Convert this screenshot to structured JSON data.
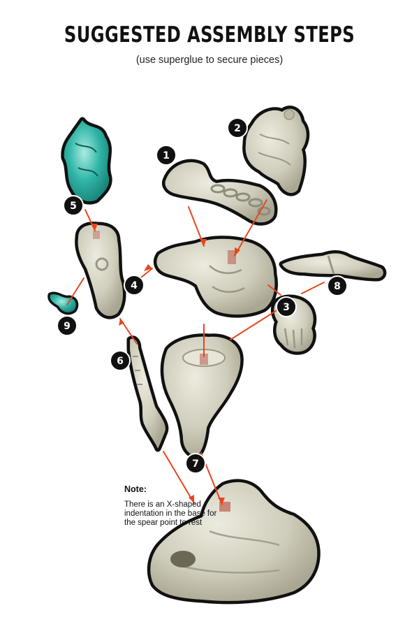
{
  "title": "SUGGESTED ASSEMBLY STEPS",
  "subtitle": "(use superglue to secure pieces)",
  "note": {
    "heading": "Note:",
    "text": "There is an X-shaped indentation in the base for the spear point to rest"
  },
  "steps": [
    {
      "number": "1",
      "part": "chain"
    },
    {
      "number": "2",
      "part": "back-armor"
    },
    {
      "number": "3",
      "part": "left-hand"
    },
    {
      "number": "4",
      "part": "right-arm"
    },
    {
      "number": "5",
      "part": "ghost-flame"
    },
    {
      "number": "6",
      "part": "spear"
    },
    {
      "number": "7",
      "part": "legs"
    },
    {
      "number": "8",
      "part": "dagger"
    },
    {
      "number": "9",
      "part": "small-flame"
    }
  ],
  "colors": {
    "arrow": "#e8451e",
    "badge": "#111111",
    "part": "#cfcdbb",
    "ghost": "#2fb5a6",
    "slot": "#b03a2e"
  }
}
